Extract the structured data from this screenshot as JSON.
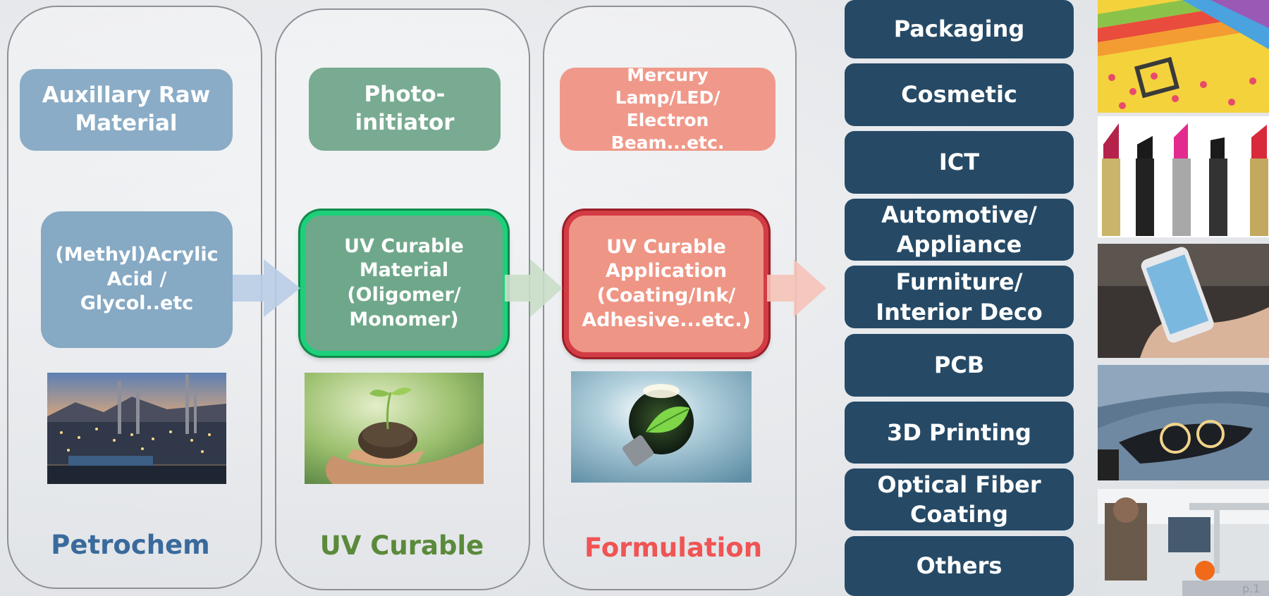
{
  "stages": [
    {
      "label": "Petrochem",
      "label_color": "#3a6a9c",
      "top_box": "Auxillary Raw Material",
      "main_box": "(Methyl)Acrylic Acid / Glycol..etc",
      "top_color": "#8aacc6",
      "main_color": "#86a9c4",
      "photo_icon": "refinery-photo"
    },
    {
      "label": "UV Curable",
      "label_color": "#5a8a3a",
      "top_box": "Photo-initiator",
      "main_box": "UV Curable Material (Oligomer/ Monomer)",
      "top_color": "#78ab91",
      "main_color": "#6fa78a",
      "highlight_color": "#1ecf7a",
      "photo_icon": "sprout-in-hand-photo"
    },
    {
      "label": "Formulation",
      "label_color": "#f05454",
      "top_box": "Mercury Lamp/LED/ Electron Beam...etc.",
      "main_box": "UV Curable Application (Coating/Ink/ Adhesive...etc.)",
      "top_color": "#f0998a",
      "main_color": "#ee9585",
      "highlight_color": "#d23c44",
      "photo_icon": "leaf-bulb-photo"
    }
  ],
  "industries": [
    "Packaging",
    "Cosmetic",
    "ICT",
    "Automotive/ Appliance",
    "Furniture/ Interior Deco",
    "PCB",
    "3D Printing",
    "Optical Fiber Coating",
    "Others"
  ],
  "photos": [
    "color-swatch-photo",
    "lipstick-photo",
    "smartphone-photo",
    "car-headlight-photo",
    "3d-printer-photo"
  ],
  "colors": {
    "industry_box": "#264a66",
    "arrow_blue": "#b8cde6",
    "arrow_green": "#c9dec8",
    "arrow_red": "#f6c3b8"
  },
  "page_number": "p.1"
}
